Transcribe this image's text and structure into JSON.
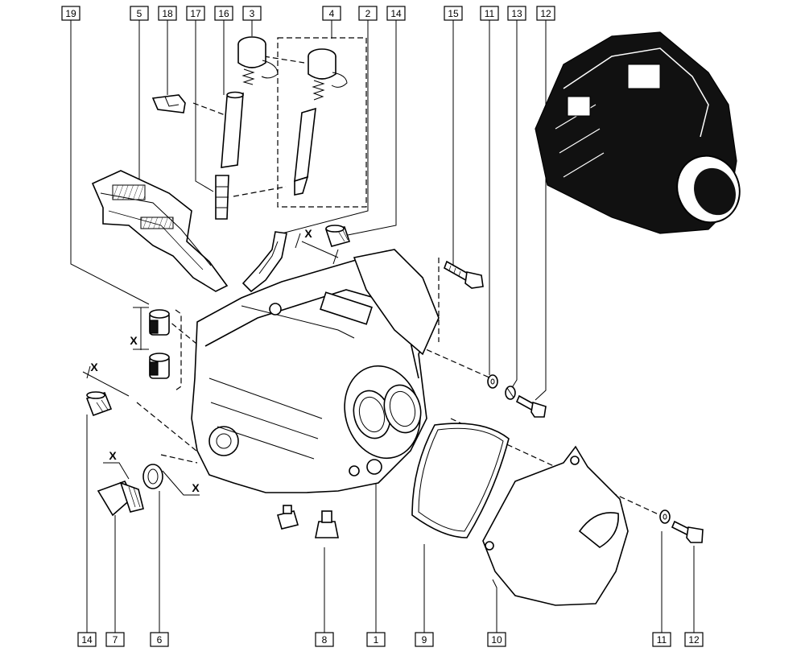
{
  "colors": {
    "line": "#000000",
    "background": "#ffffff"
  },
  "top_callouts": [
    "19",
    "5",
    "18",
    "17",
    "16",
    "3",
    "4",
    "2",
    "14",
    "15",
    "11",
    "13",
    "12"
  ],
  "bottom_callouts": [
    "14",
    "7",
    "6",
    "8",
    "1",
    "9",
    "10",
    "11",
    "12"
  ],
  "x_marks": [
    "X",
    "X",
    "X",
    "X",
    "X"
  ]
}
